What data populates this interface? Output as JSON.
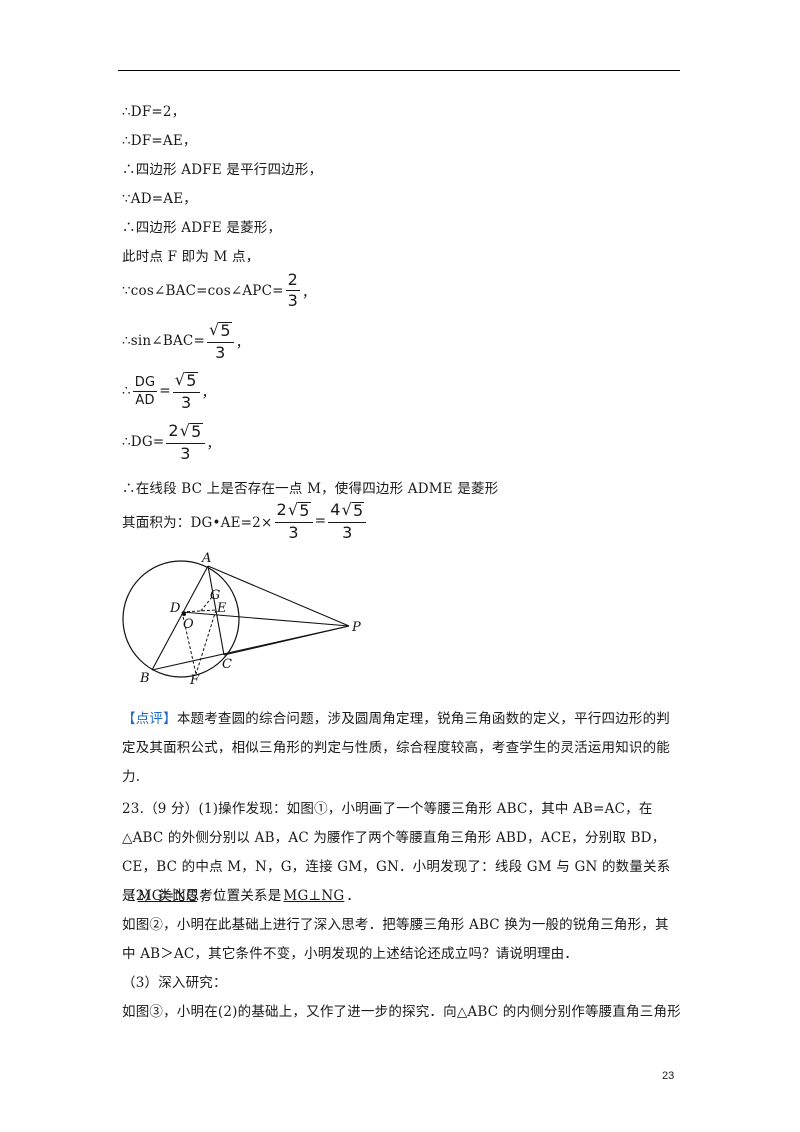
{
  "lines": {
    "l1": "∴DF=2，",
    "l2": "∴DF=AE，",
    "l3": "∴四边形 ADFE 是平行四边形，",
    "l4": "∵AD=AE，",
    "l5": "∴四边形 ADFE 是菱形，",
    "l6": "此时点 F 即为 M 点，",
    "l7_pre": "∵cos∠BAC=cos∠APC=",
    "l7_num": "2",
    "l7_den": "3",
    "l7_post": "，",
    "l8_pre": "∴sin∠BAC=",
    "l8_num": "5",
    "l8_den": "3",
    "l8_post": "，",
    "l9_pre": "∴",
    "l9_lnum": "DG",
    "l9_lden": "AD",
    "l9_eq": "=",
    "l9_num": "5",
    "l9_den": "3",
    "l9_post": "，",
    "l10_pre": "∴DG=",
    "l10_coef": "2",
    "l10_rad": "5",
    "l10_den": "3",
    "l10_post": "，",
    "l11": "∴在线段 BC 上是否存在一点 M，使得四边形 ADME 是菱形",
    "l12_pre": "其面积为：DG•AE=2×",
    "l12_coef1": "2",
    "l12_rad1": "5",
    "l12_den1": "3",
    "l12_eq": "=",
    "l12_coef2": "4",
    "l12_rad2": "5",
    "l12_den2": "3"
  },
  "figure": {
    "labels": {
      "A": "A",
      "B": "B",
      "C": "C",
      "D": "D",
      "E": "E",
      "F": "F",
      "G": "G",
      "O": "O",
      "P": "P"
    }
  },
  "review": {
    "tag": "【点评】",
    "text": "本题考查圆的综合问题，涉及圆周角定理，锐角三角函数的定义，平行四边形的判定及其面积公式，相似三角形的判定与性质，综合程度较高，考查学生的灵活运用知识的能力."
  },
  "q23": {
    "p1_a": "23.（9 分）(1)操作发现：如图①，小明画了一个等腰三角形 ABC，其中 AB=AC，在△ABC 的外侧分别以 AB，AC 为腰作了两个等腰直角三角形 ABD，ACE，分别取 BD，CE，BC 的中点 M，N，G，连接 GM，GN．小明发现了：线段 GM 与 GN 的数量关系是",
    "answer1": "MG=NG",
    "p1_b": "；位置关系是",
    "answer2": "MG⊥NG",
    "p1_c": "．",
    "p2_title": "（2）类比思考：",
    "p2": "如图②，小明在此基础上进行了深入思考．把等腰三角形 ABC 换为一般的锐角三角形，其中 AB＞AC，其它条件不变，小明发现的上述结论还成立吗？请说明理由．",
    "p3_title": "（3）深入研究：",
    "p3": "如图③，小明在(2)的基础上，又作了进一步的探究．向△ABC 的内侧分别作等腰直角三角形"
  },
  "page_number": "23"
}
